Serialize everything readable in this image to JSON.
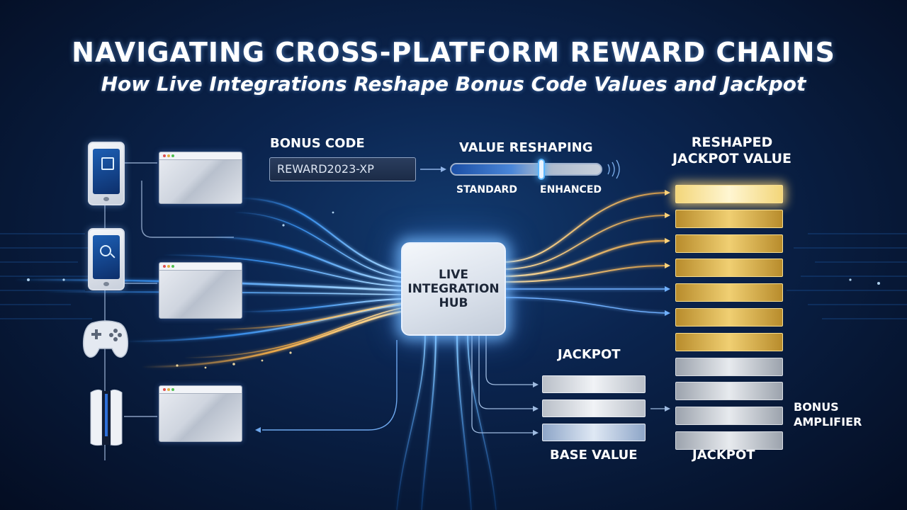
{
  "header": {
    "title": "NAVIGATING CROSS-PLATFORM REWARD CHAINS",
    "subtitle": "How Live Integrations Reshape Bonus Code Values and Jackpot"
  },
  "bonus_code": {
    "label": "BONUS CODE",
    "value": "REWARD2023-XP"
  },
  "value_reshaping": {
    "label": "VALUE RESHAPING",
    "min_label": "STANDARD",
    "max_label": "ENHANCED",
    "level": 0.6
  },
  "hub": {
    "label": "LIVE\nINTEGRATION\nHUB"
  },
  "jackpot_base": {
    "label": "JACKPOT",
    "footer": "BASE VALUE",
    "bar_count": 3
  },
  "reshaped": {
    "label": "RESHAPED\nJACKPOT VALUE",
    "footer": "JACKPOT",
    "gold_bars": 7,
    "silver_bars": 4
  },
  "amplifier": {
    "label": "BONUS\nAMPLIFIER"
  },
  "colors": {
    "blue_flow": "#3d9bff",
    "gold_flow": "#ffb347",
    "gold_bar": "#d9b24a",
    "silver_bar": "#c8ccd3"
  },
  "icons": [
    "phone-icon",
    "tablet-icon",
    "gamepad-icon",
    "console-icon",
    "browser-window-icon"
  ]
}
